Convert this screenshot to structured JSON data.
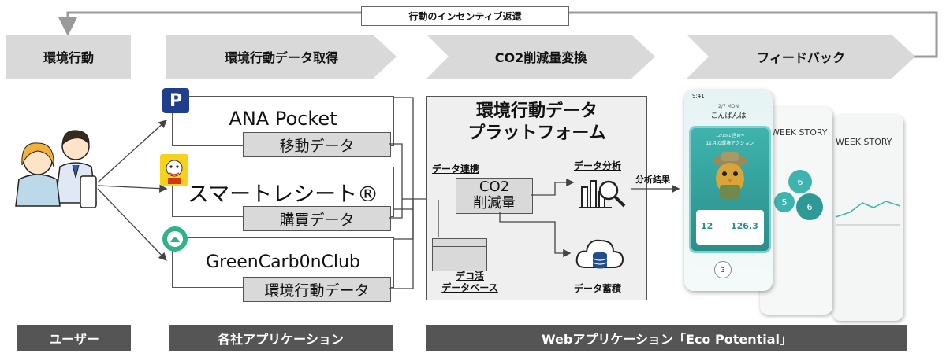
{
  "feedback_loop_label": "行動のインセンティブ返還",
  "flow_steps": [
    "環境行動",
    "環境行動データ取得",
    "CO2削減量変換",
    "フィードバック"
  ],
  "apps": [
    {
      "name": "ANA Pocket",
      "data_label": "移動データ",
      "logo_letter": "P"
    },
    {
      "name": "スマートレシート®",
      "data_label": "購買データ"
    },
    {
      "name": "GreenCarb0nClub",
      "data_label": "環境行動データ"
    }
  ],
  "platform": {
    "title_line1": "環境行動データ",
    "title_line2": "プラットフォーム",
    "data_link_label": "データ連携",
    "co2_line1": "CO2",
    "co2_line2": "削減量",
    "analysis_label": "データ分析",
    "deco_db_line1": "デコ活",
    "deco_db_line2": "データベース",
    "storage_label": "データ蓄積"
  },
  "analysis_result_label": "分析結果",
  "phone": {
    "time": "9:41",
    "date": "2/7 MON",
    "greeting": "こんばんは",
    "card_small": "12/15(1)回目〜",
    "card_title": "12月の環境アクション",
    "weekly_count": "12",
    "co2_value": "126.3",
    "screen_title_2": "WEEK STORY",
    "screen_title_3": "WEEK STORY",
    "bubble_values": [
      "6",
      "5",
      "6"
    ],
    "nav_week": "3"
  },
  "bottom_labels": {
    "user": "ユーザー",
    "apps": "各社アプリケーション",
    "web": "Webアプリケーション「Eco Potential」"
  },
  "colors": {
    "chevron": "#d9d9d9",
    "dark_bar": "#555555",
    "platform_bg": "#efefef",
    "ana_blue": "#1f3e8c",
    "green_logo": "#2fb38a",
    "phone_teal": "#3fb3ad"
  }
}
